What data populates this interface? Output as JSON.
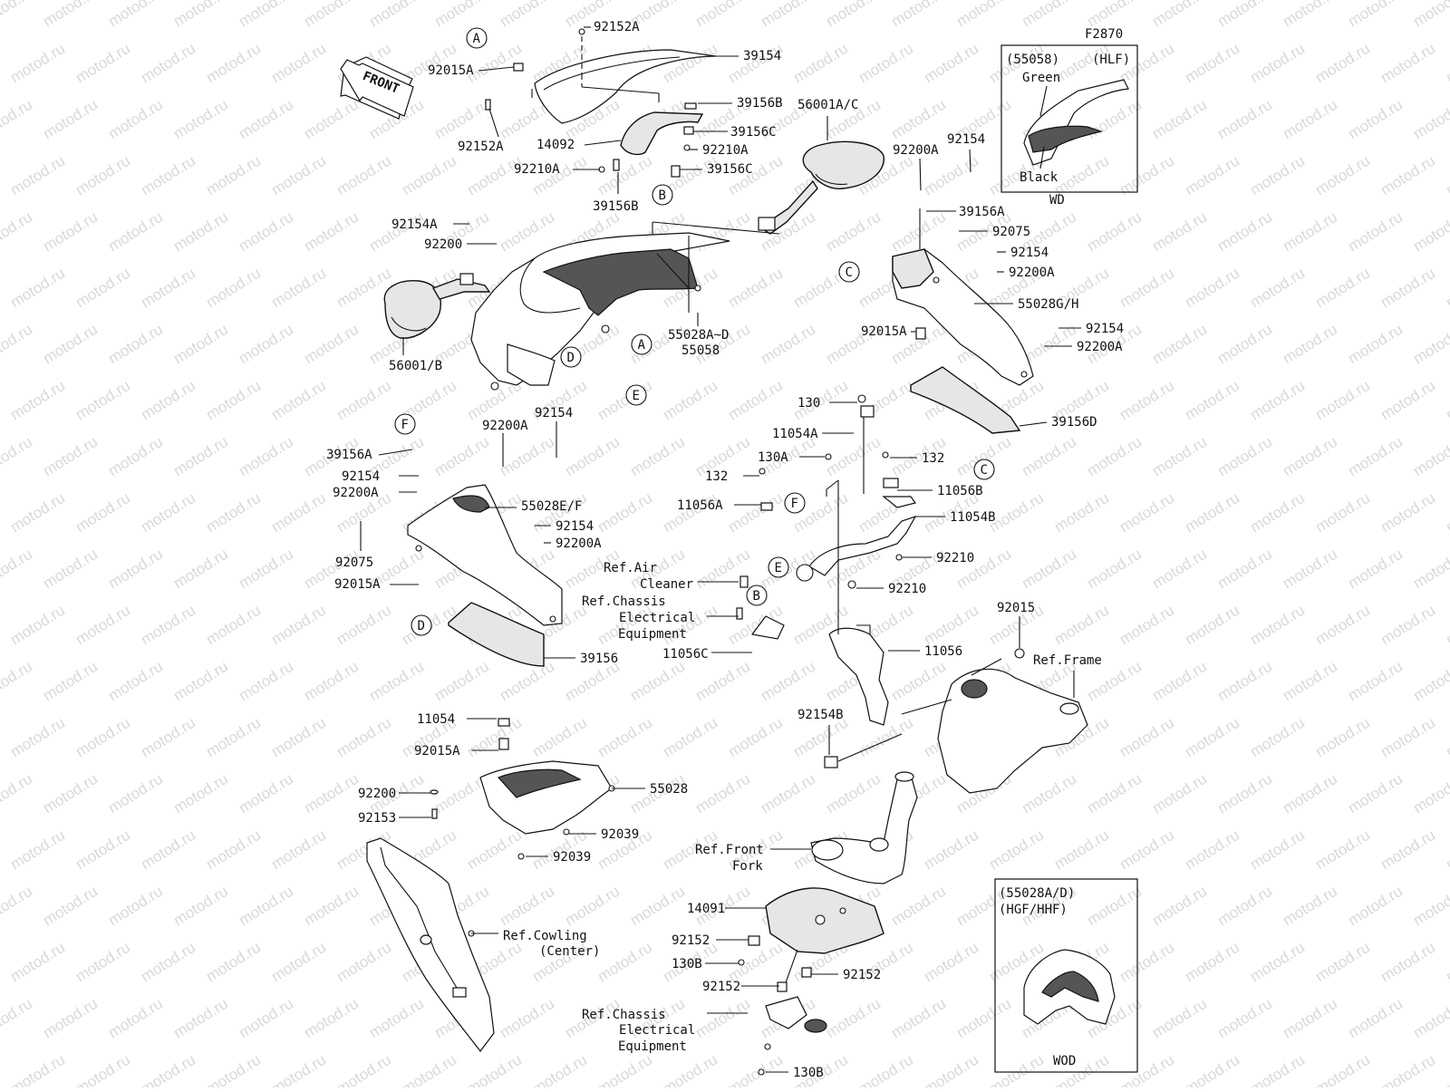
{
  "figure_code": "F2870",
  "front_arrow": "FRONT",
  "watermark": "motod.ru",
  "callouts": {
    "A": "A",
    "B": "B",
    "C": "C",
    "D": "D",
    "E": "E",
    "F": "F"
  },
  "labels": {
    "p92152A_top": "92152A",
    "p39154": "39154",
    "p92015A_top": "92015A",
    "p92152A_left": "92152A",
    "p39156B_top": "39156B",
    "p14092": "14092",
    "p39156C_1": "39156C",
    "p92210A_1": "92210A",
    "p92210A_2": "92210A",
    "p39156C_2": "39156C",
    "p39156B_bot": "39156B",
    "p56001AC": "56001A/C",
    "p92200A_r1": "92200A",
    "p92154_r1": "92154",
    "p39156A_r": "39156A",
    "p92075_r": "92075",
    "p92154_r2": "92154",
    "p92200A_r2": "92200A",
    "p55028GH": "55028G/H",
    "p92015A_r": "92015A",
    "p92154_r3": "92154",
    "p92200A_r3": "92200A",
    "p39156D": "39156D",
    "p92154A": "92154A",
    "p92200_l": "92200",
    "p55028AD": "55028A~D",
    "p55058": "55058",
    "p56001B": "56001/B",
    "p39156A_l": "39156A",
    "p92200A_l1": "92200A",
    "p92154_l1": "92154",
    "p92154_l2": "92154",
    "p92200A_l2": "92200A",
    "p55028EF": "55028E/F",
    "p92154_l3": "92154",
    "p92200A_l3": "92200A",
    "p92075_l": "92075",
    "p92015A_l": "92015A",
    "p39156": "39156",
    "p130": "130",
    "p11054A": "11054A",
    "p130A": "130A",
    "p132_r": "132",
    "p132_l": "132",
    "p11056B": "11056B",
    "p11056A": "11056A",
    "p11054B": "11054B",
    "p92210_1": "92210",
    "p92210_2": "92210",
    "ref_air_1": "Ref.Air",
    "ref_air_2": "Cleaner",
    "ref_chassis1_1": "Ref.Chassis",
    "ref_chassis1_2": "Electrical",
    "ref_chassis1_3": "Equipment",
    "p11056C": "11056C",
    "p11056": "11056",
    "p92015": "92015",
    "ref_frame": "Ref.Frame",
    "p92154B": "92154B",
    "p11054": "11054",
    "p92015A_b": "92015A",
    "p92200_b": "92200",
    "p92153": "92153",
    "p55028": "55028",
    "p92039_1": "92039",
    "p92039_2": "92039",
    "ref_cowl_1": "Ref.Cowling",
    "ref_cowl_2": "(Center)",
    "ref_fork_1": "Ref.Front",
    "ref_fork_2": "Fork",
    "p14091": "14091",
    "p92152_1": "92152",
    "p130B_1": "130B",
    "p92152_2": "92152",
    "p92152_3": "92152",
    "ref_chassis2_1": "Ref.Chassis",
    "ref_chassis2_2": "Electrical",
    "ref_chassis2_3": "Equipment",
    "p130B_2": "130B"
  },
  "inset_top": {
    "line1": "(55058)",
    "line2": "(HLF)",
    "green": "Green",
    "black": "Black",
    "footer": "WD"
  },
  "inset_bottom": {
    "line1": "(55028A/D)",
    "line2": "(HGF/HHF)",
    "footer": "WOD"
  }
}
